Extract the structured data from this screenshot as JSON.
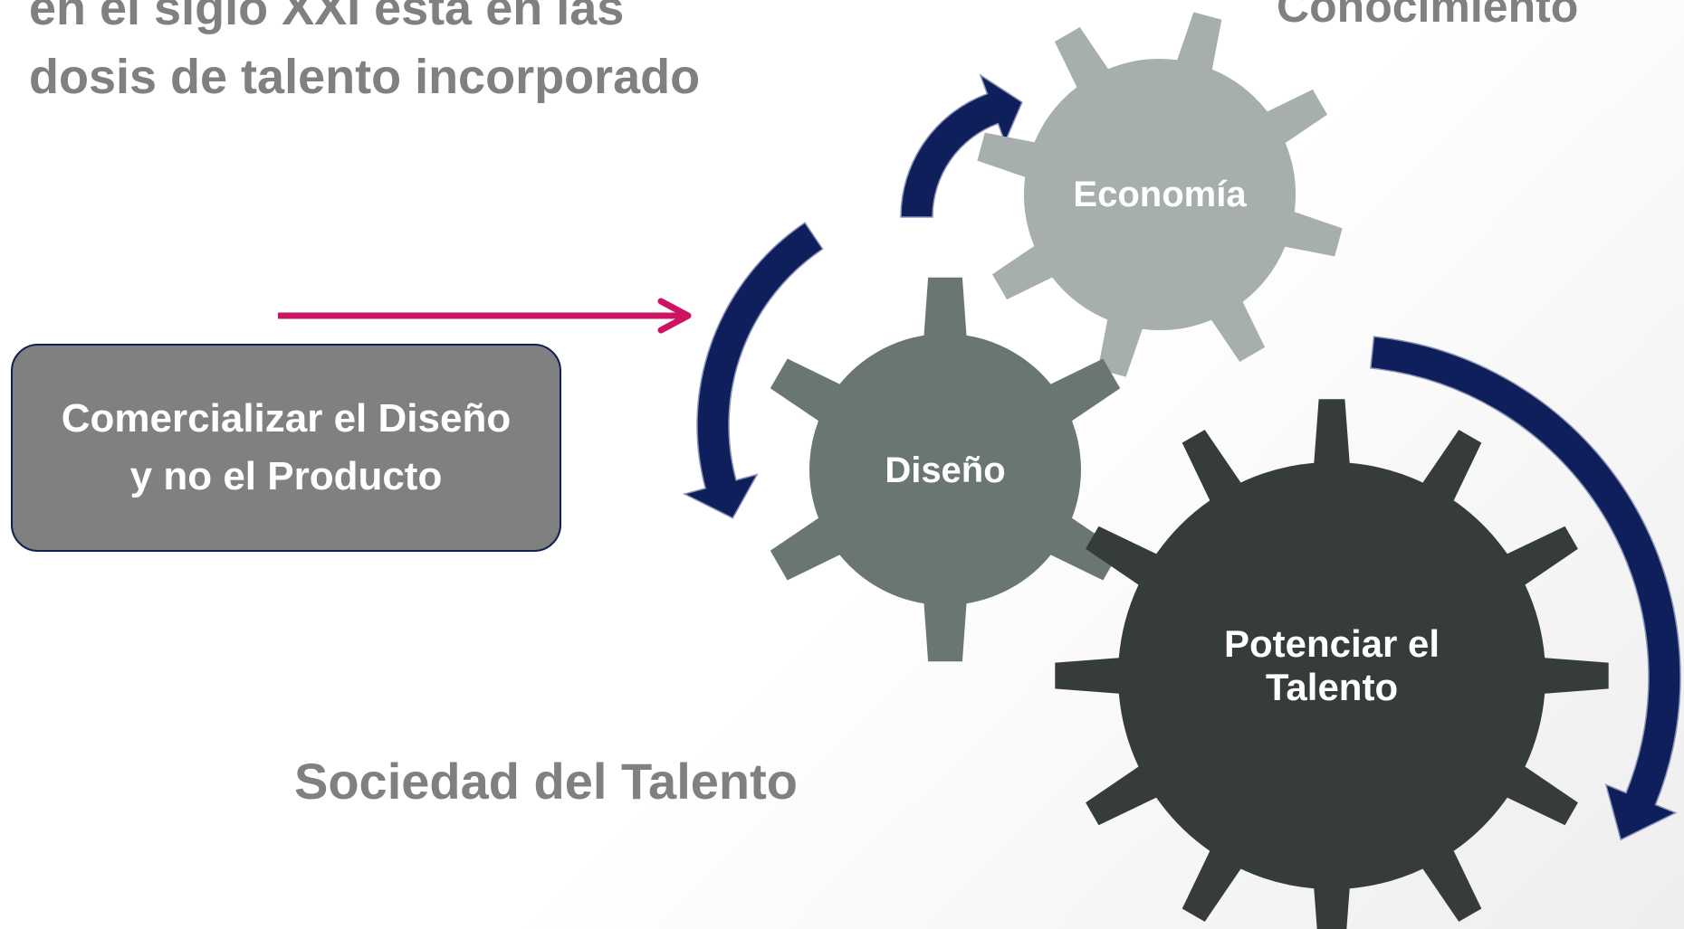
{
  "heading": {
    "line1": "en el siglo XXI está en las",
    "line2": "dosis de talento incorporado"
  },
  "top_right_label": "Conocimiento",
  "bottom_label": "Sociedad del Talento",
  "callout": {
    "line1": "Comercializar el Diseño",
    "line2": "y no el Producto"
  },
  "gears": {
    "economia": {
      "label": "Economía",
      "color": "#a6aeae"
    },
    "diseno": {
      "label": "Diseño",
      "color": "#6a7673"
    },
    "talento": {
      "line1": "Potenciar el",
      "line2": "Talento",
      "color": "#363c3b"
    }
  },
  "colors": {
    "cycle_arrows": "#0e1f5b",
    "pointer_arrow": "#cc1463",
    "muted_text": "#808080",
    "callout_fill": "#808080"
  }
}
